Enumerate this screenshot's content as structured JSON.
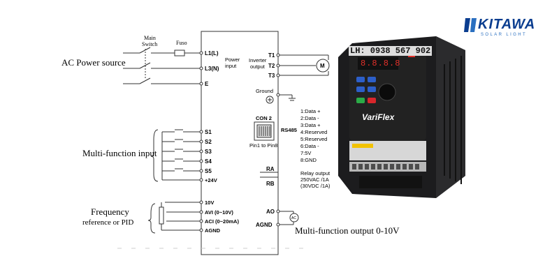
{
  "logo": {
    "brand": "KITAWA",
    "tagline": "SOLAR LIGHT",
    "mark": "kitawa-logo-mark"
  },
  "watermark": {
    "phone": "LH: 0938 567 902"
  },
  "labels": {
    "ac_power": "AC Power source",
    "multi_input": "Multi-function input",
    "frequency_line1": "Frequency",
    "frequency_line2": "reference or PID",
    "multi_output": "Multi-function output 0-10V",
    "main_switch_1": "Main",
    "main_switch_2": "Switch",
    "fuse": "Fuso"
  },
  "terminals": {
    "l1": "L1(L)",
    "l3": "L3(N)",
    "e": "E",
    "power_input_1": "Power",
    "power_input_2": "input",
    "s1": "S1",
    "s2": "S2",
    "s3": "S3",
    "s4": "S4",
    "s5": "S5",
    "v24": "+24V",
    "v10": "10V",
    "avi": "AVI (0~10V)",
    "aci": "ACI (0~20mA)",
    "agnd_left": "AGND",
    "t1": "T1",
    "t2": "T2",
    "t3": "T3",
    "inverter_output_1": "Inverter",
    "inverter_output_2": "output",
    "motor": "M",
    "ground": "Ground",
    "con2": "CON 2",
    "pin_range": "Pin1 to Pin8",
    "rs485": "RS485",
    "ra": "RA",
    "rb": "RB",
    "ao": "AO",
    "agnd_right": "AGND",
    "ac_meter": "AC"
  },
  "rs485_pins": [
    "1:Data +",
    "2:Data -",
    "3:Data +",
    "4:Reserved",
    "5:Reserved",
    "6:Data -",
    "7:5V",
    "8:GND"
  ],
  "relay": {
    "line1": "Relay output",
    "line2": "250VAC /1A",
    "line3": "(30VDC /1A)"
  },
  "device": {
    "display": "8.8.8.8",
    "brand": "VariFlex",
    "housing": "#1c1c1e",
    "panel": "#222",
    "display_color": "#e2302a"
  },
  "colors": {
    "line": "#333333",
    "logo_blue": "#0a3d8f"
  }
}
